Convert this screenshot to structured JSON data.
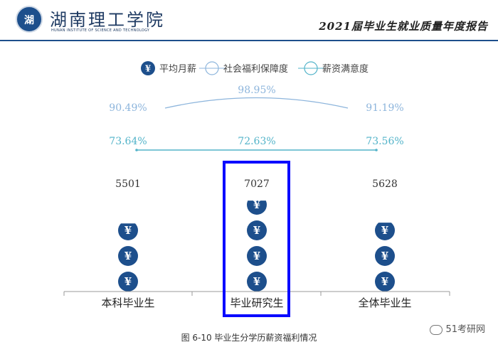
{
  "header": {
    "logo_text": "湖南理工学院",
    "logo_subtext": "HUNAN INSTITUTE OF SCIENCE AND TECHNOLOGY",
    "report_title": "2021届毕业生就业质量年度报告"
  },
  "caption": "图 6-10  毕业生分学历薪资福利情况",
  "watermark": "51考研网",
  "colors": {
    "navy": "#1d4f8c",
    "light_blue": "#8db5dc",
    "teal": "#52b3c9",
    "highlight": "#0a0aff"
  },
  "chart_data": {
    "type": "pictogram",
    "categories": [
      "本科毕业生",
      "毕业研究生",
      "全体毕业生"
    ],
    "series": [
      {
        "name": "平均月薪",
        "values": [
          5501,
          7027,
          5628
        ],
        "icon": "yen-coin-icon"
      },
      {
        "name": "社会福利保障度",
        "values": [
          90.49,
          98.95,
          91.19
        ],
        "unit": "%"
      },
      {
        "name": "薪资满意度",
        "values": [
          73.64,
          72.63,
          73.56
        ],
        "unit": "%"
      }
    ],
    "value_labels": {
      "salary": [
        "5501",
        "7027",
        "5628"
      ],
      "welfare": [
        "90.49%",
        "98.95%",
        "91.19%"
      ],
      "satisfaction": [
        "73.64%",
        "72.63%",
        "73.56%"
      ]
    },
    "icon_glyph": "¥",
    "legend_placement": "top",
    "highlighted_category": "毕业研究生"
  }
}
